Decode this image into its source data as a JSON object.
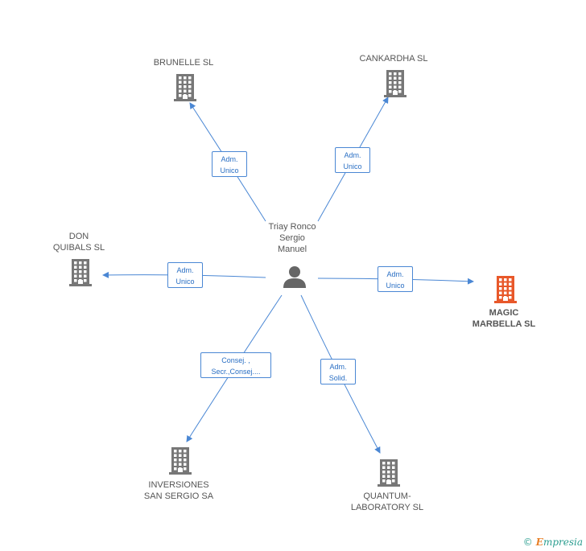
{
  "center": {
    "label": "Triay Ronco\nSergio\nManuel"
  },
  "companies": [
    {
      "id": "brunelle",
      "label": "BRUNELLE SL",
      "focus": false
    },
    {
      "id": "cankardha",
      "label": "CANKARDHA SL",
      "focus": false
    },
    {
      "id": "don-quibals",
      "label": "DON\nQUIBALS SL",
      "focus": false
    },
    {
      "id": "magic-marbella",
      "label": "MAGIC\nMARBELLA SL",
      "focus": true
    },
    {
      "id": "inversiones",
      "label": "INVERSIONES\nSAN SERGIO SA",
      "focus": false
    },
    {
      "id": "quantum",
      "label": "QUANTUM-\nLABORATORY SL",
      "focus": false
    }
  ],
  "edges": [
    {
      "to": "brunelle",
      "label": "Adm.\nUnico"
    },
    {
      "to": "cankardha",
      "label": "Adm.\nUnico"
    },
    {
      "to": "don-quibals",
      "label": "Adm.\nUnico"
    },
    {
      "to": "magic-marbella",
      "label": "Adm.\nUnico"
    },
    {
      "to": "inversiones",
      "label": "Consej. ,\nSecr.,Consej...."
    },
    {
      "to": "quantum",
      "label": "Adm.\nSolid."
    }
  ],
  "colors": {
    "edge": "#4a87d4",
    "building": "#777777",
    "focus_building": "#e8582a",
    "person": "#666666"
  },
  "footer": {
    "copyright": "©",
    "brand_first": "E",
    "brand_rest": "mpresia"
  }
}
